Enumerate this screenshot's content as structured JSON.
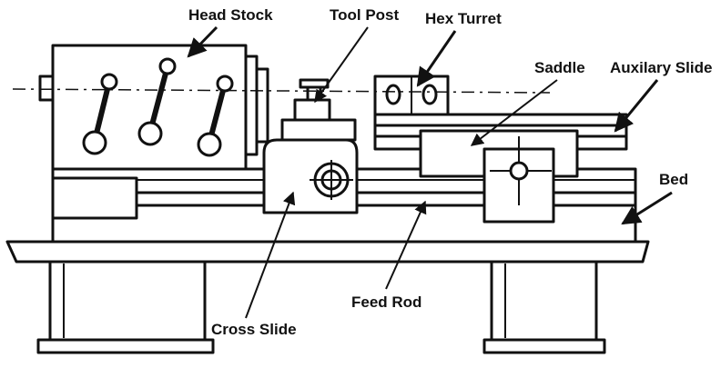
{
  "labels": {
    "head_stock": "Head Stock",
    "tool_post": "Tool Post",
    "hex_turret": "Hex Turret",
    "saddle": "Saddle",
    "auxilary_slide": "Auxilary Slide",
    "bed": "Bed",
    "cross_slide": "Cross Slide",
    "feed_rod": "Feed Rod"
  }
}
